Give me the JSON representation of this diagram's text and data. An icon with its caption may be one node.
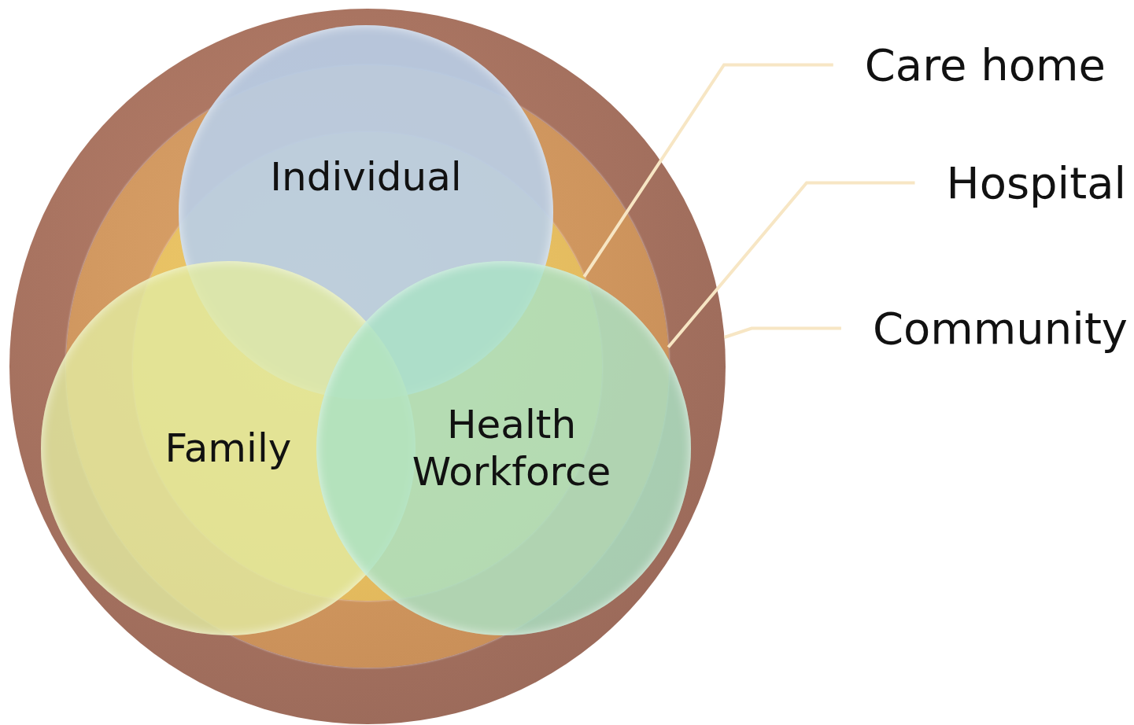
{
  "diagram": {
    "nodes": [
      {
        "text": [],
        "shape": "circle"
      },
      {
        "text": [],
        "shape": "circle",
        "in": 0
      },
      {
        "text": [],
        "shape": "circle",
        "in": 1
      },
      {
        "text": [
          "Individual"
        ],
        "in": 0
      },
      {
        "text": [
          "Family"
        ],
        "in": 0
      },
      {
        "text": [
          "Health Workforce"
        ],
        "in": 0
      },
      {
        "text": [
          "Care home"
        ]
      },
      {
        "text": [
          "Hospital"
        ]
      },
      {
        "text": [
          "Community"
        ]
      }
    ],
    "edges": [
      {
        "from": 6,
        "to": 2,
        "arrow": "none"
      },
      {
        "from": 7,
        "to": 1,
        "arrow": "none"
      },
      {
        "from": 8,
        "to": 0,
        "arrow": "none"
      }
    ]
  }
}
